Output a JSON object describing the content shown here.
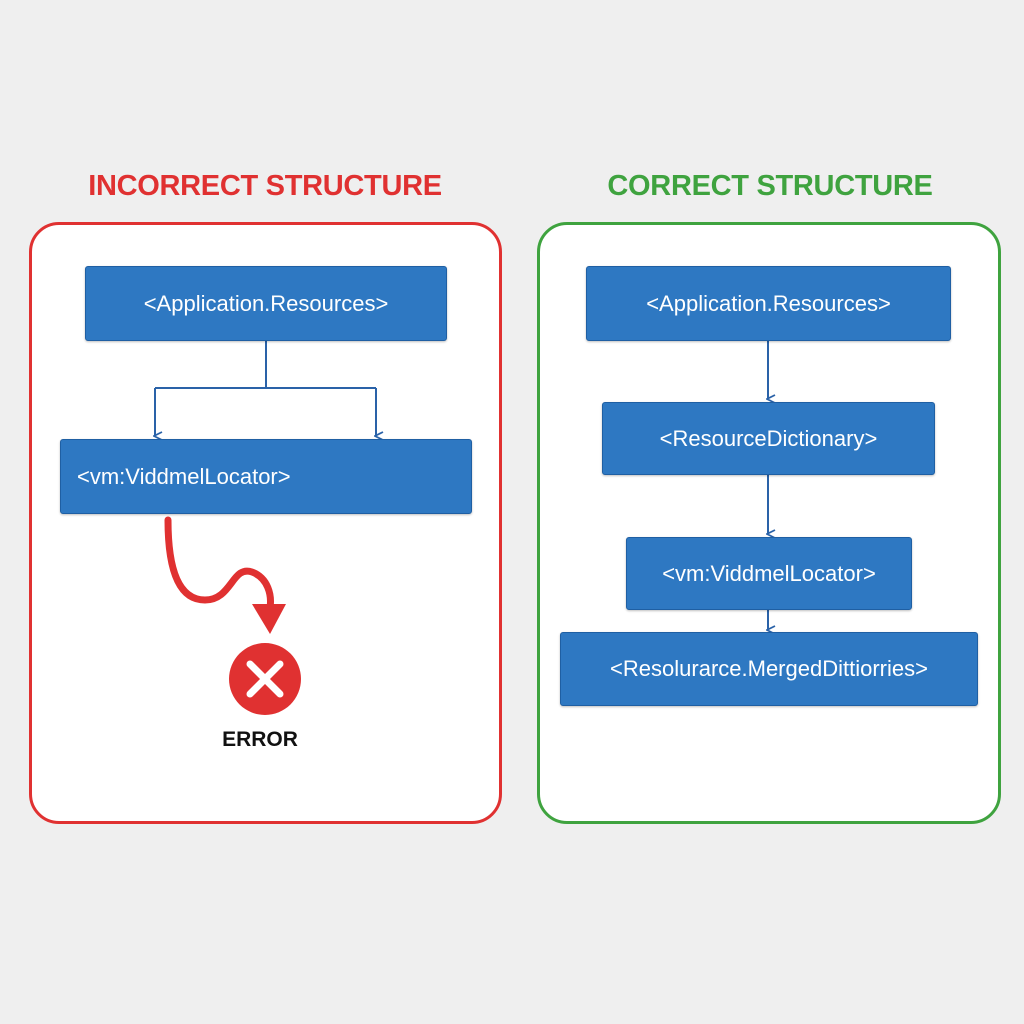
{
  "colors": {
    "incorrect": "#e03131",
    "correct": "#3fa33f",
    "node_fill": "#2e78c2",
    "arrow": "#2a62a8"
  },
  "incorrect": {
    "title": "INCORRECT STRUCTURE",
    "nodes": {
      "app_resources": "<Application.Resources>",
      "locator": "<vm:ViddmelLocator>"
    },
    "error_label": "ERROR",
    "error_icon": "x-circle-icon"
  },
  "correct": {
    "title": "CORRECT STRUCTURE",
    "nodes": {
      "app_resources": "<Application.Resources>",
      "resource_dictionary": "<ResourceDictionary>",
      "locator": "<vm:ViddmelLocator>",
      "merged": "<Resolurarce.MergedDittiorries>"
    }
  }
}
